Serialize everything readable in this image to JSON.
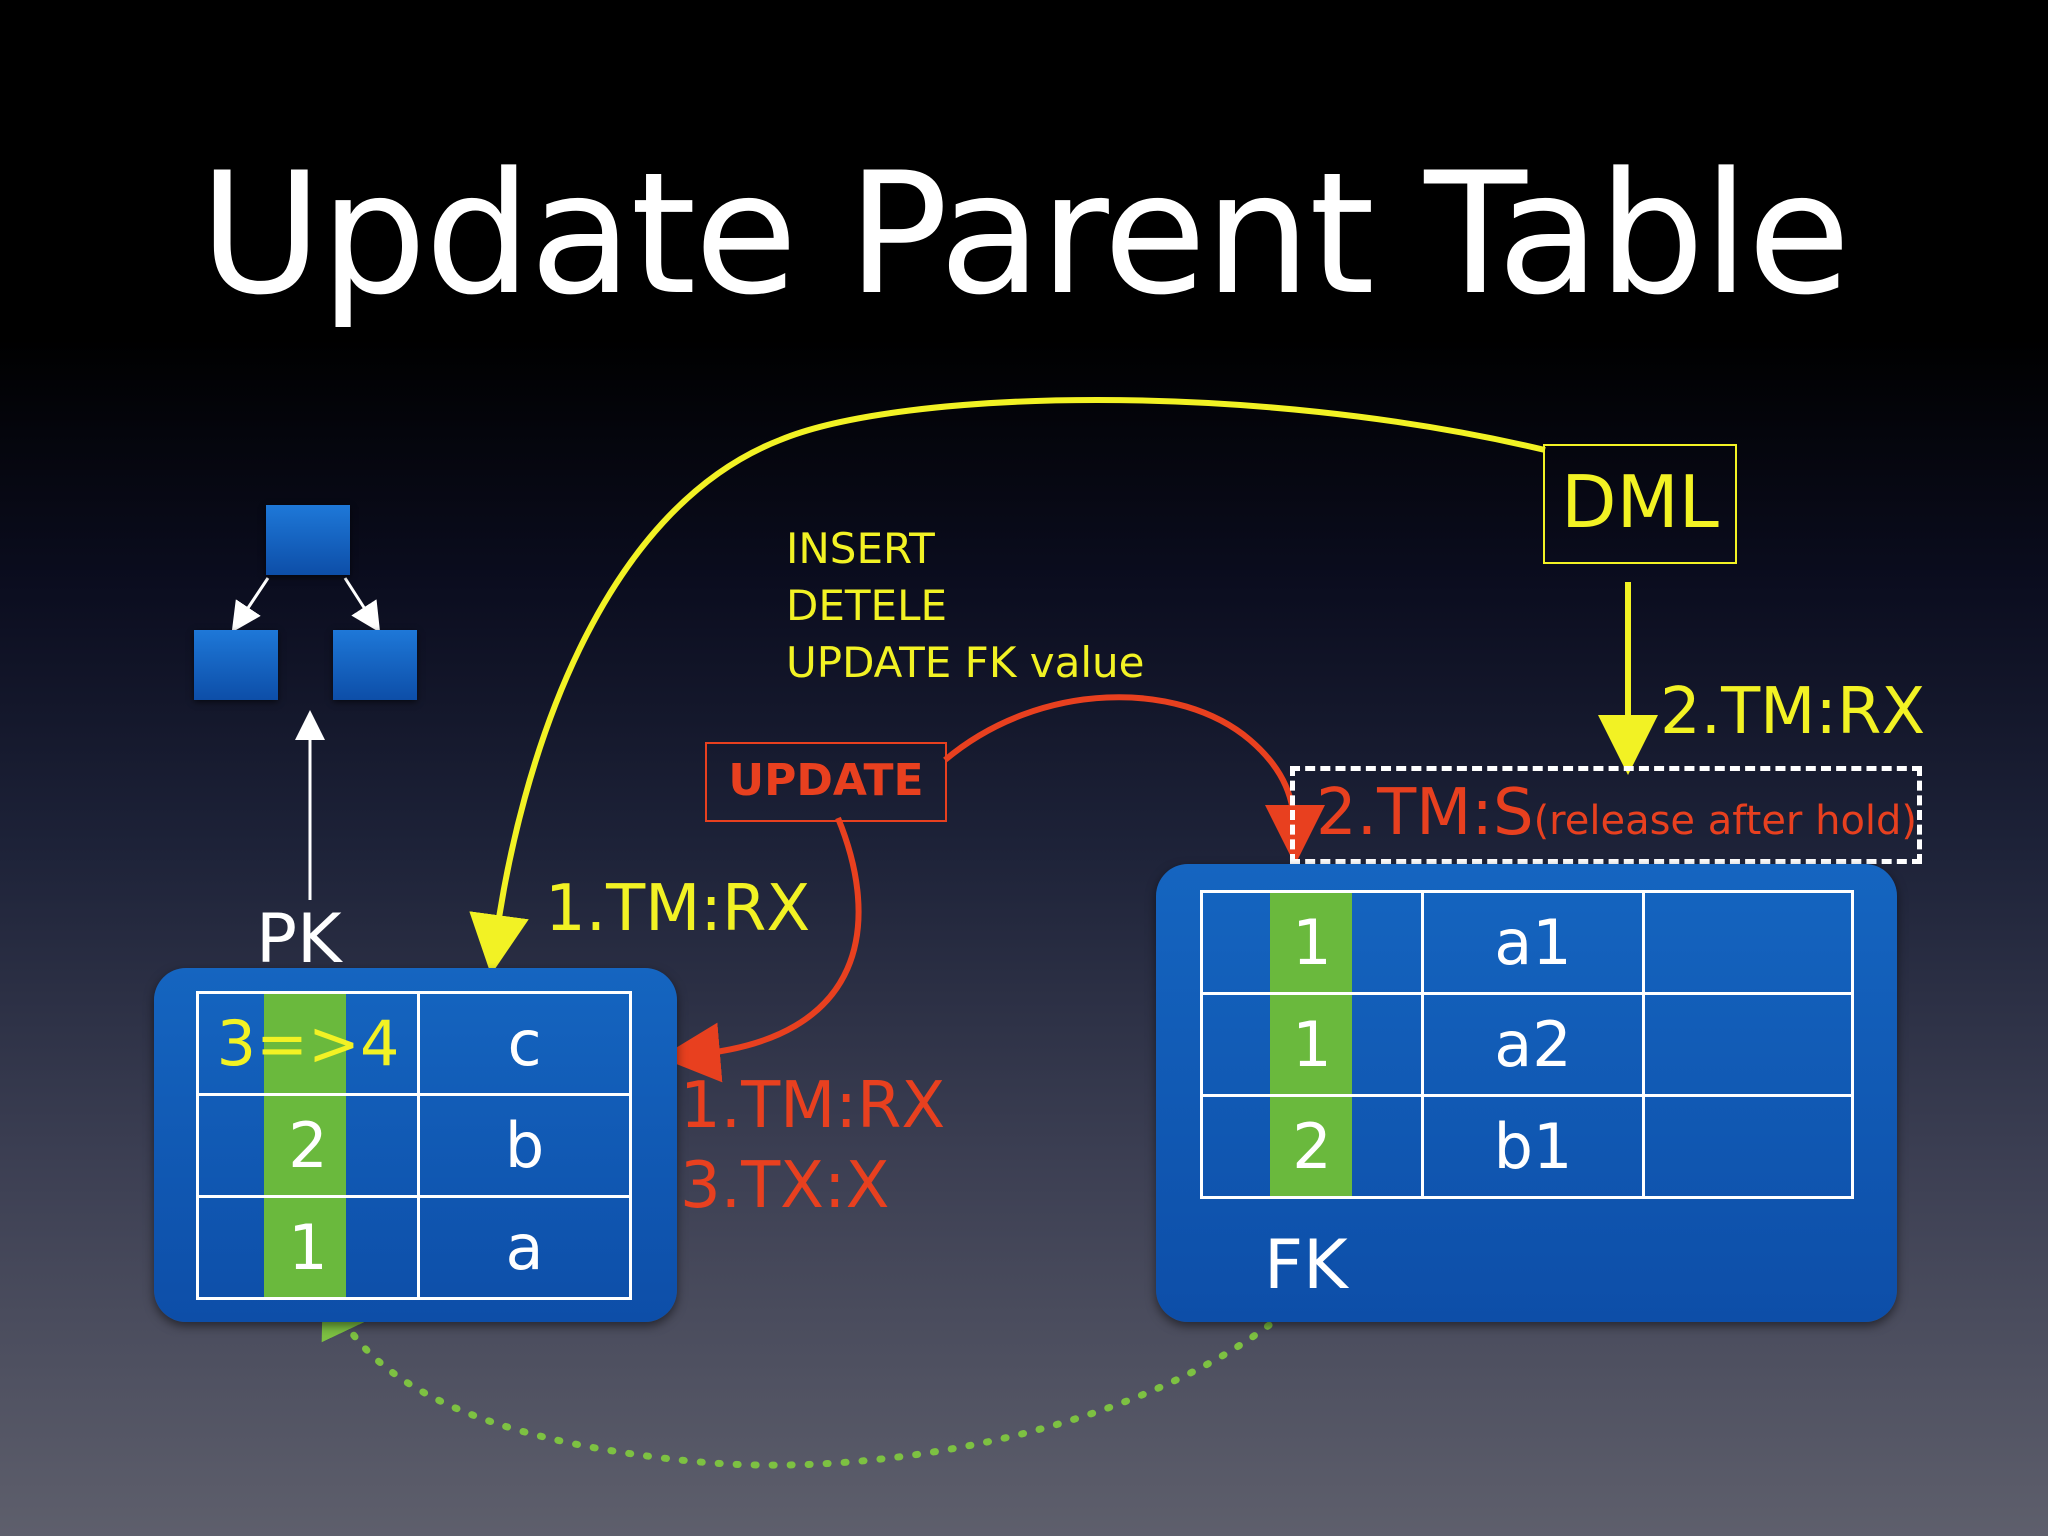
{
  "title": "Update Parent Table",
  "dml_label": "DML",
  "dml_ops": [
    "INSERT",
    "DETELE",
    "UPDATE FK value"
  ],
  "update_label": "UPDATE",
  "pk_label": "PK",
  "fk_label": "FK",
  "dml_lock_pk": "1.TM:RX",
  "dml_lock_fk": "2.TM:RX",
  "update_locks": [
    "1.TM:RX",
    "3.TX:X"
  ],
  "fk_share_lock": {
    "main": "2.TM:S",
    "note": "(release after hold)"
  },
  "pk_table": {
    "rows": [
      {
        "key": "3=>4",
        "val": "c"
      },
      {
        "key": "2",
        "val": "b"
      },
      {
        "key": "1",
        "val": "a"
      }
    ]
  },
  "fk_table": {
    "rows": [
      {
        "key": "1",
        "val": "a1",
        "extra": ""
      },
      {
        "key": "1",
        "val": "a2",
        "extra": ""
      },
      {
        "key": "2",
        "val": "b1",
        "extra": ""
      }
    ]
  },
  "colors": {
    "yellow": "#f2f224",
    "red": "#e8401f",
    "green": "#6ab93d",
    "blue": "#1565c0"
  }
}
